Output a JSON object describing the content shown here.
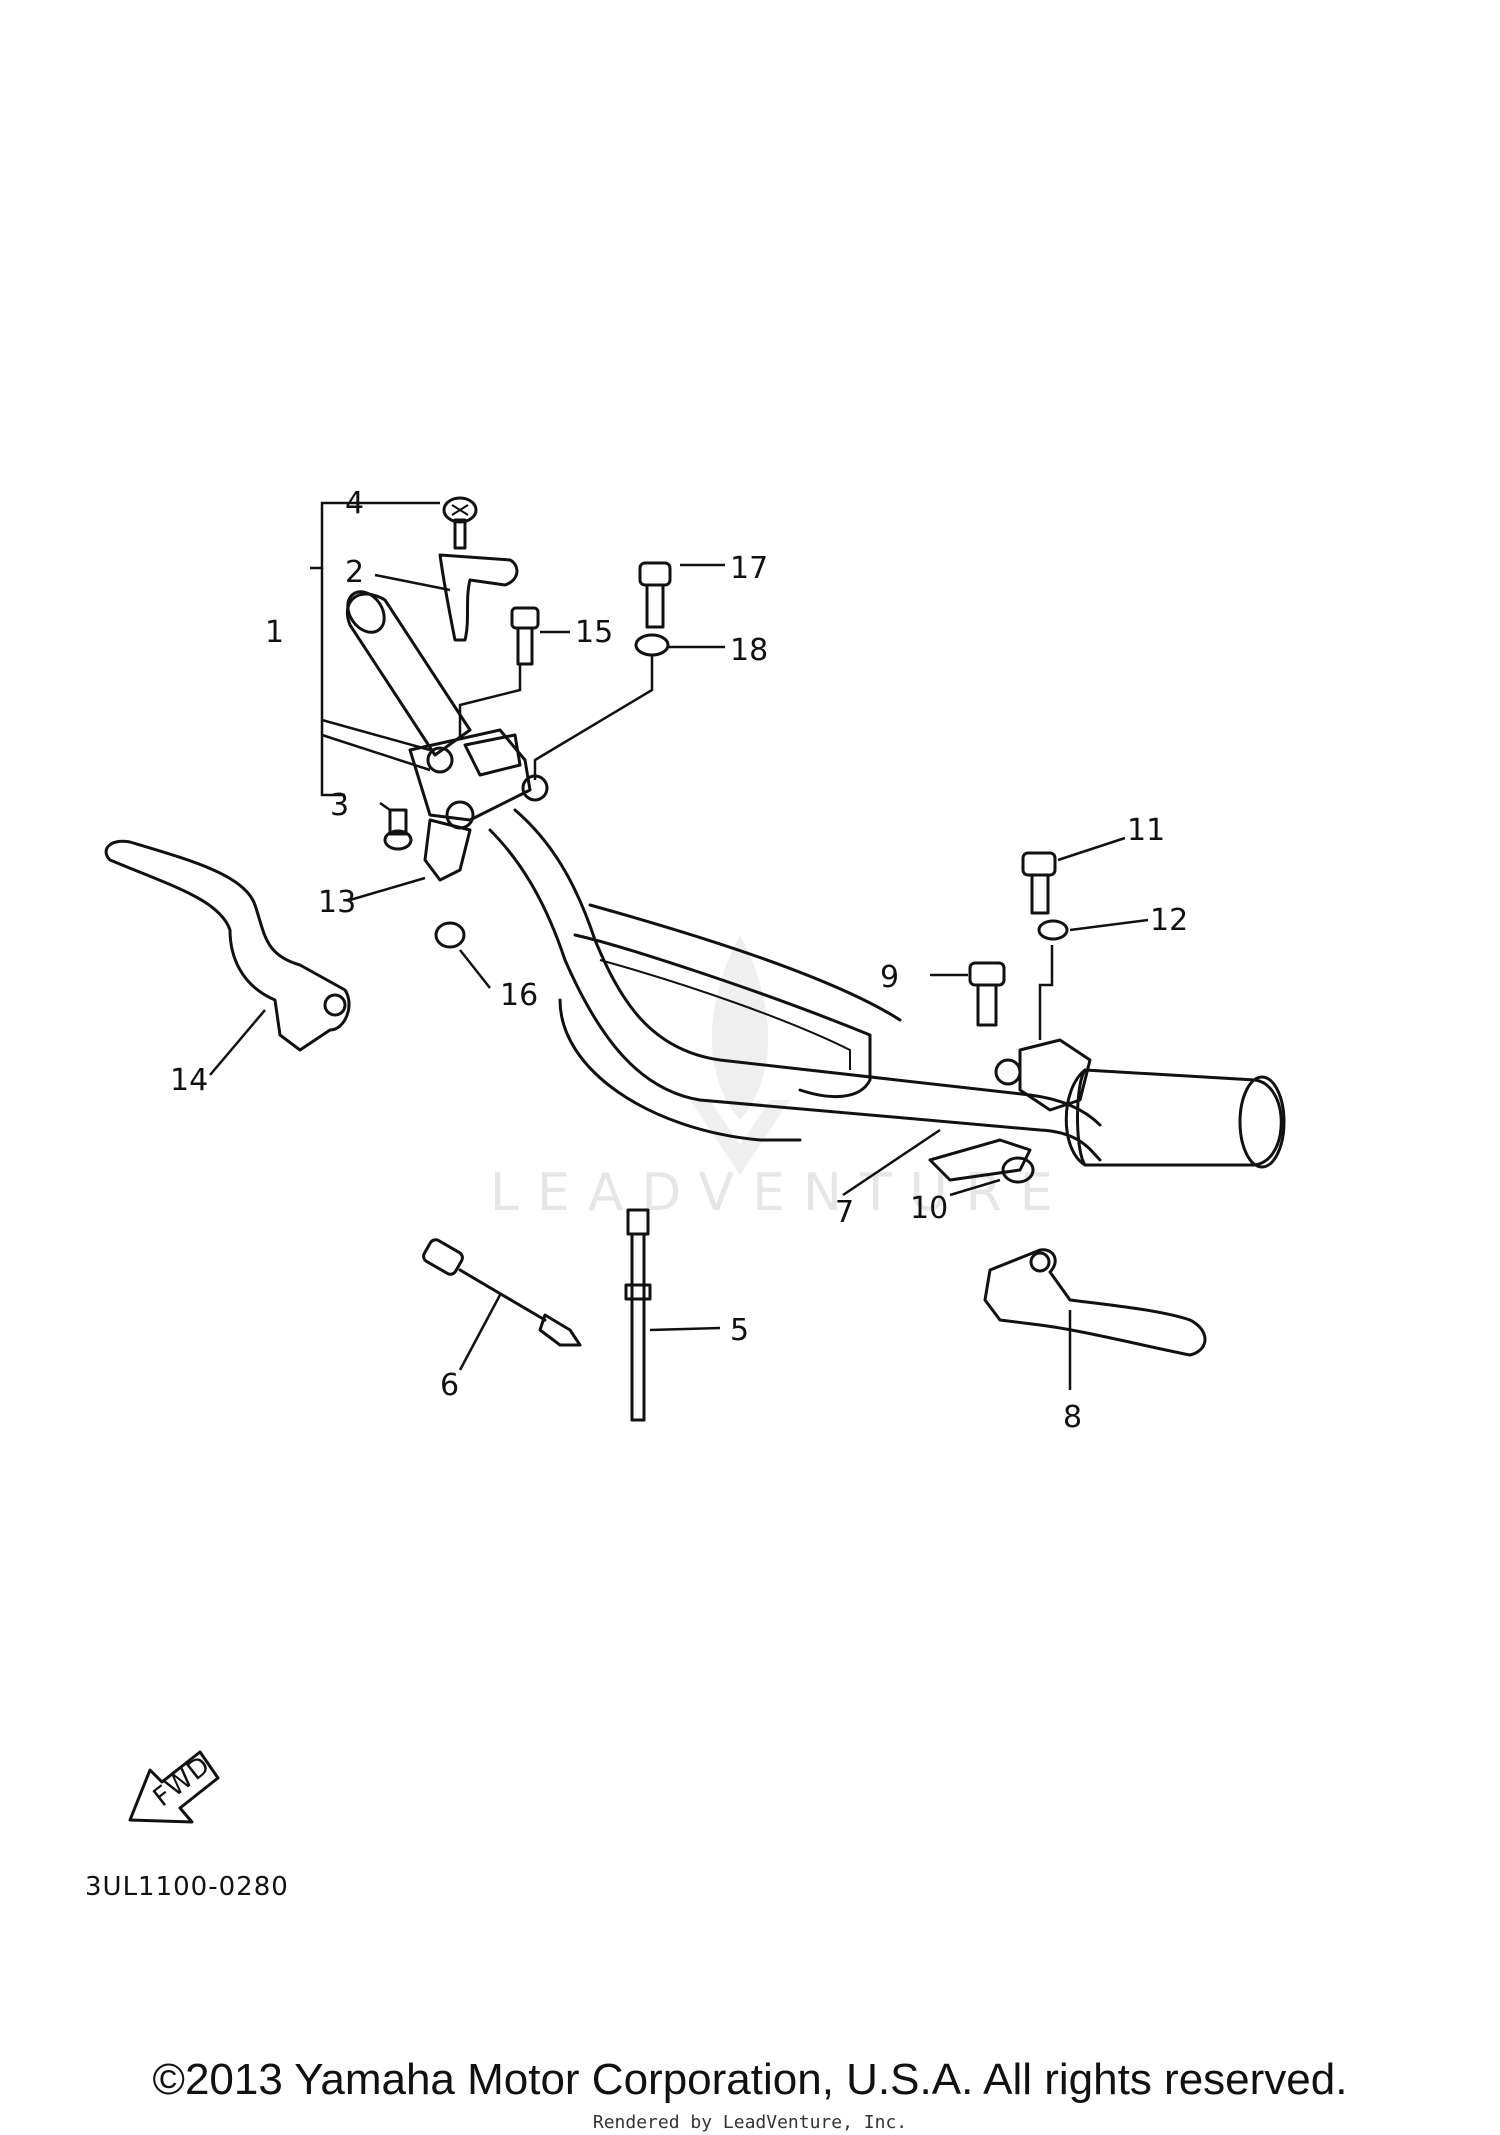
{
  "diagram": {
    "callouts": [
      "1",
      "2",
      "3",
      "4",
      "5",
      "6",
      "7",
      "8",
      "9",
      "10",
      "11",
      "12",
      "13",
      "14",
      "15",
      "16",
      "17",
      "18"
    ],
    "fwd_label": "FWD",
    "drawing_code": "3UL1100-0280",
    "watermark": "LEADVENTURE"
  },
  "footer": {
    "copyright": "©2013 Yamaha Motor Corporation, U.S.A. All rights reserved.",
    "rendered_by": "Rendered by LeadVenture, Inc."
  }
}
